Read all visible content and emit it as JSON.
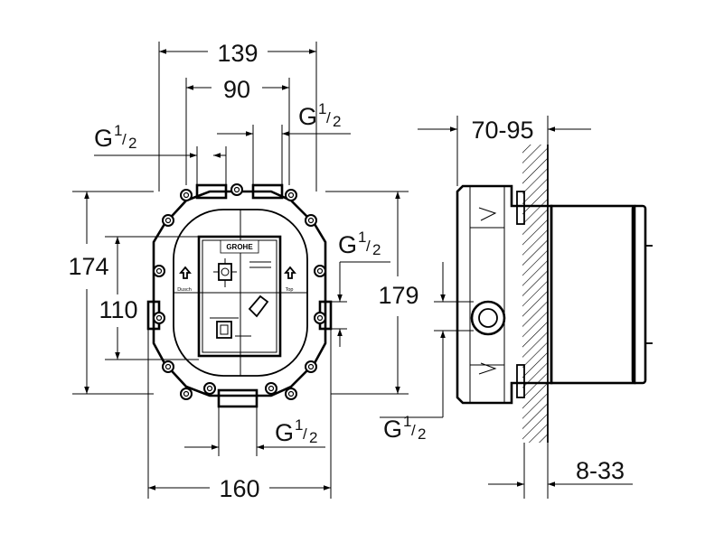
{
  "dimensions": {
    "width_overall": "139",
    "width_inner": "90",
    "height_overall": "174",
    "height_inner": "110",
    "width_bottom": "160",
    "side_height": "179",
    "depth_range": "70-95",
    "wall_range": "8-33"
  },
  "thread": {
    "prefix": "G",
    "numerator": "1",
    "slash": "/",
    "denominator": "2"
  },
  "logo_text": "GROHE",
  "port_labels": {
    "left": "Dusch",
    "right": "Top"
  }
}
